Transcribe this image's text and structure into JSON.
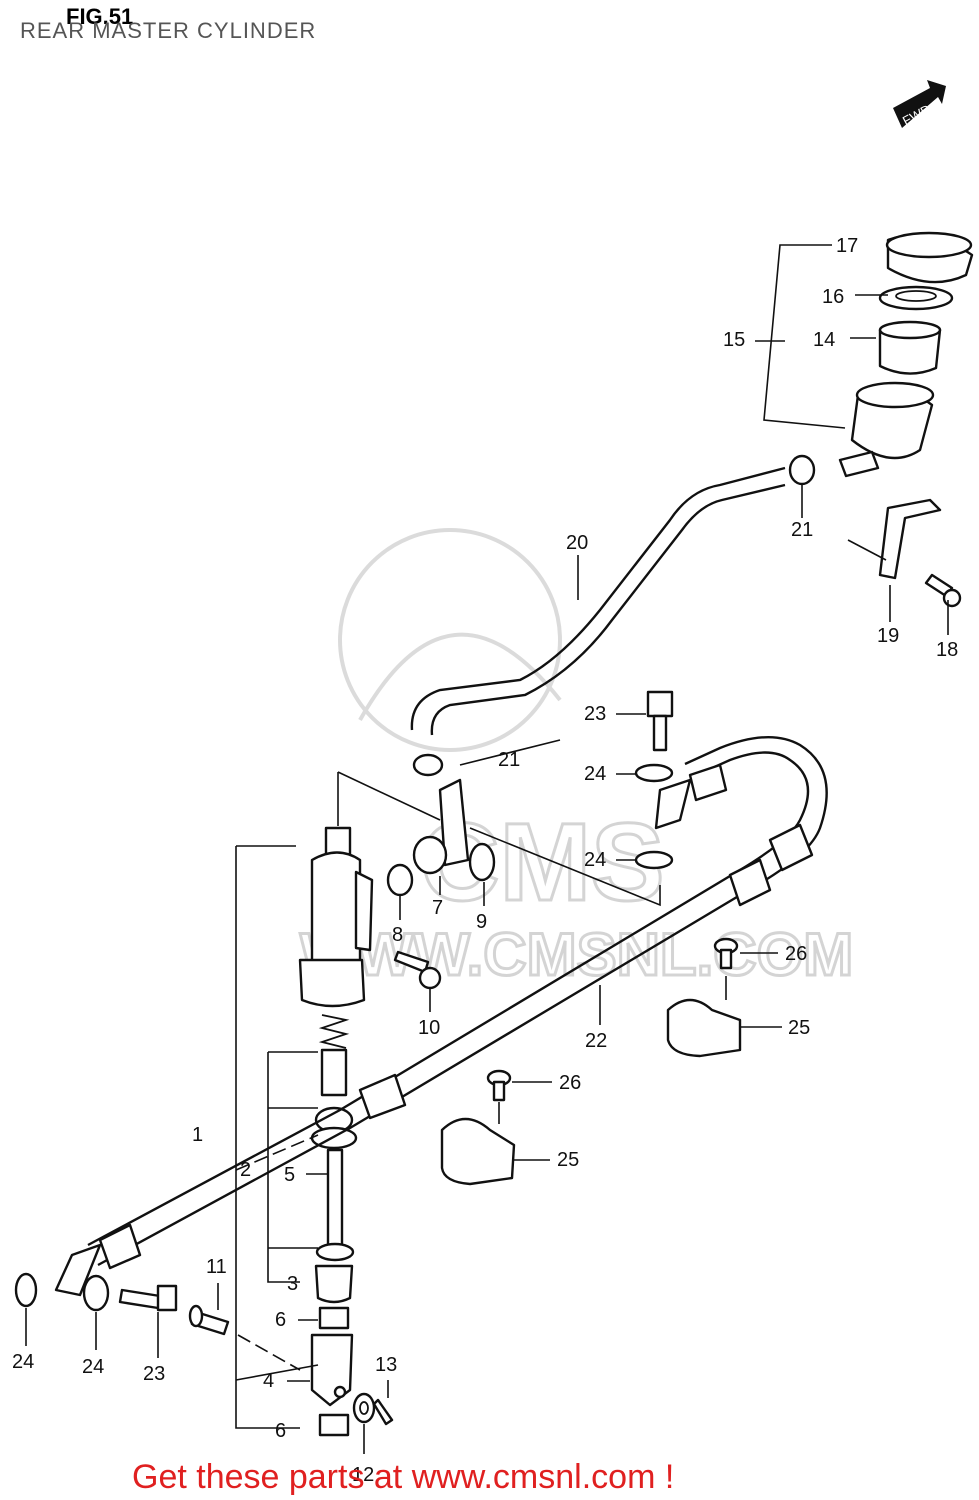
{
  "figure": {
    "number": "FIG.51",
    "title": "REAR MASTER CYLINDER"
  },
  "direction_badge": "FWD",
  "watermark": {
    "brand": "CMS",
    "url": "WWW.CMSNL.COM"
  },
  "callouts": [
    "17",
    "16",
    "15",
    "14",
    "21",
    "20",
    "19",
    "18",
    "23",
    "24",
    "21",
    "24",
    "7",
    "9",
    "8",
    "26",
    "10",
    "25",
    "22",
    "26",
    "1",
    "25",
    "2",
    "5",
    "3",
    "11",
    "6",
    "4",
    "13",
    "6",
    "12",
    "24",
    "24",
    "23"
  ],
  "footer": {
    "banner": "Get these parts at www.cmsnl.com !"
  }
}
